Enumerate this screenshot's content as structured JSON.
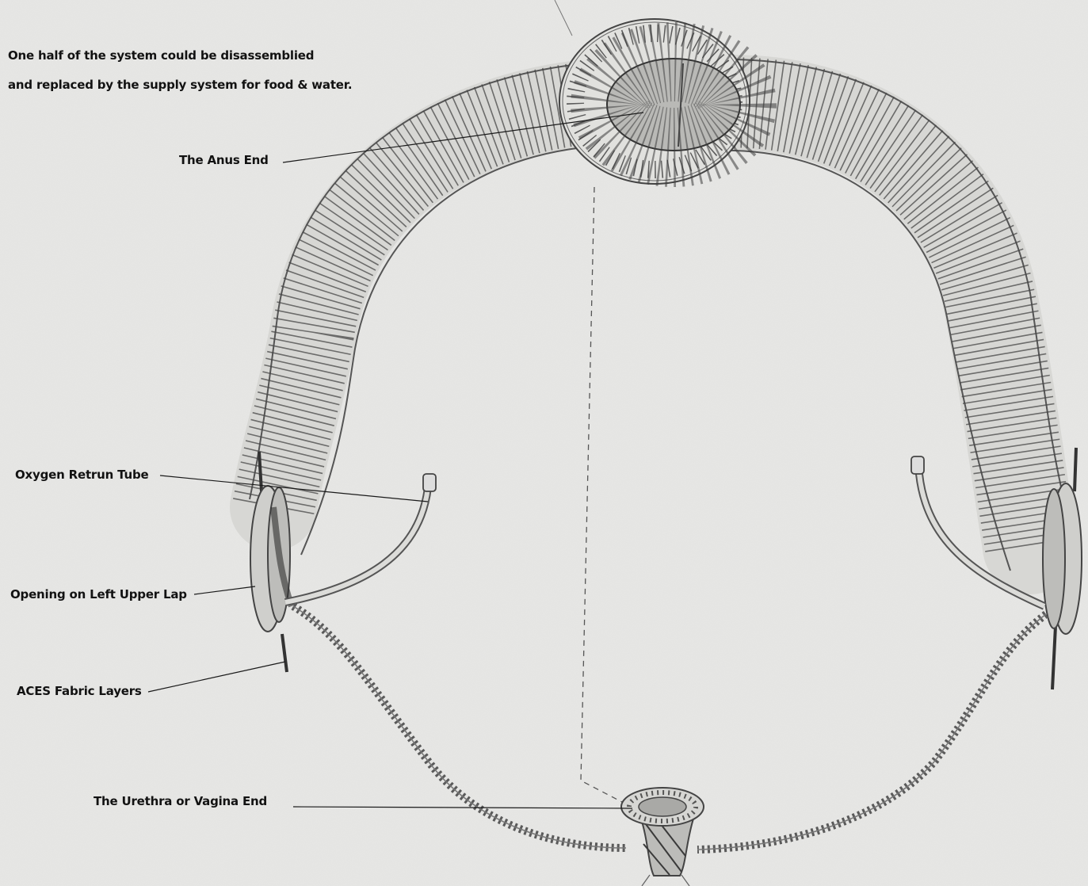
{
  "note": {
    "line1": "One  half of the system could be disassemblied",
    "line2": "and replaced by the supply system for food & water."
  },
  "labels": {
    "anus_end": "The Anus End",
    "oxygen_tube": "Oxygen Retrun Tube",
    "opening": "Opening on Left Upper Lap",
    "fabric": "ACES Fabric Layers",
    "urethra_end": "The Urethra or Vagina End"
  },
  "colors": {
    "paper": "#e7e7e5",
    "pencil": "#3a3a3a",
    "text": "#121212"
  }
}
